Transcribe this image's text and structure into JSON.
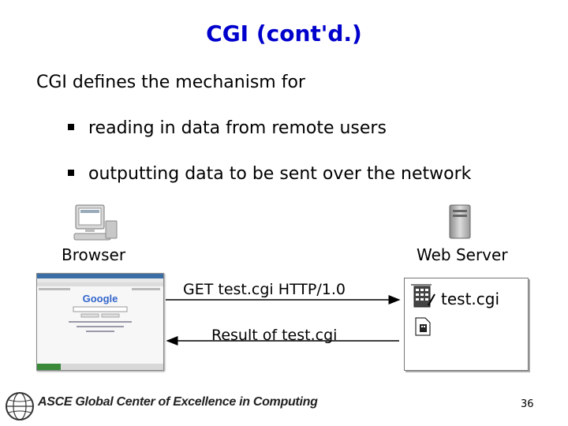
{
  "slide": {
    "title": "CGI (cont'd.)",
    "intro": "CGI defines the mechanism for",
    "bullets": [
      "reading in data from remote users",
      "outputting data to be sent over the network"
    ]
  },
  "diagram": {
    "browser_label": "Browser",
    "server_label": "Web Server",
    "request_label": "GET test.cgi HTTP/1.0",
    "response_label": "Result of test.cgi",
    "cgi_file_label": "test.cgi",
    "browser_page_text": "Google",
    "icons": [
      "computer-icon",
      "server-tower-icon",
      "script-file-icon",
      "file-icon"
    ]
  },
  "footer": {
    "org": "ASCE Global Center of Excellence in Computing",
    "page_number": "36"
  },
  "colors": {
    "title": "#0000cc",
    "arrow": "#000000"
  }
}
